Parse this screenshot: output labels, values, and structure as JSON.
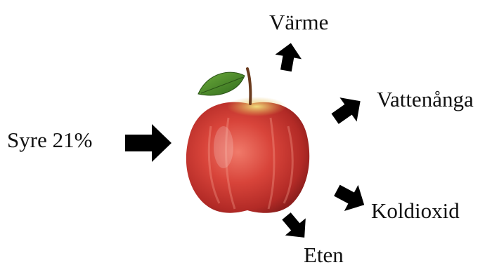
{
  "diagram": {
    "input": {
      "label": "Syre 21%"
    },
    "outputs": [
      {
        "label": "Värme"
      },
      {
        "label": "Vattenånga"
      },
      {
        "label": "Koldioxid"
      },
      {
        "label": "Eten"
      }
    ]
  },
  "colors": {
    "arrow": "#000000",
    "apple_red": "#d83c35",
    "apple_yellow": "#e8c95a",
    "leaf_green": "#4e8a2a",
    "stem_brown": "#6b3b1e"
  },
  "icons": [
    "apple-illustration",
    "leaf-icon",
    "arrow-icon"
  ]
}
